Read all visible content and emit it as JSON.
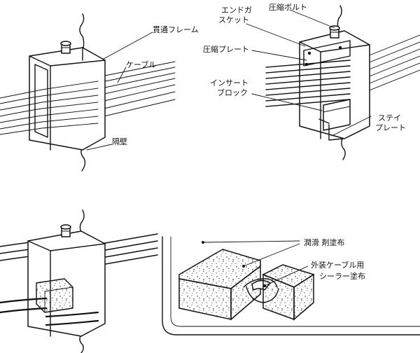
{
  "labels": {
    "frame": "貫通フレーム",
    "cable": "ケーブル",
    "wall": "隔壁",
    "end_gasket_line1": "エンドガ",
    "end_gasket_line2": "スケット",
    "compression_bolt": "圧縮ボルト",
    "compression_plate": "圧縮プレート",
    "insert_block_line1": "インサート",
    "insert_block_line2": "ブロック",
    "stay_plate_line1": "ステイ",
    "stay_plate_line2": "プレート",
    "lubricant": "潤滑 剤塗布",
    "sealer_line1": "外装ケーブル用",
    "sealer_line2": "シーラー塗布"
  }
}
